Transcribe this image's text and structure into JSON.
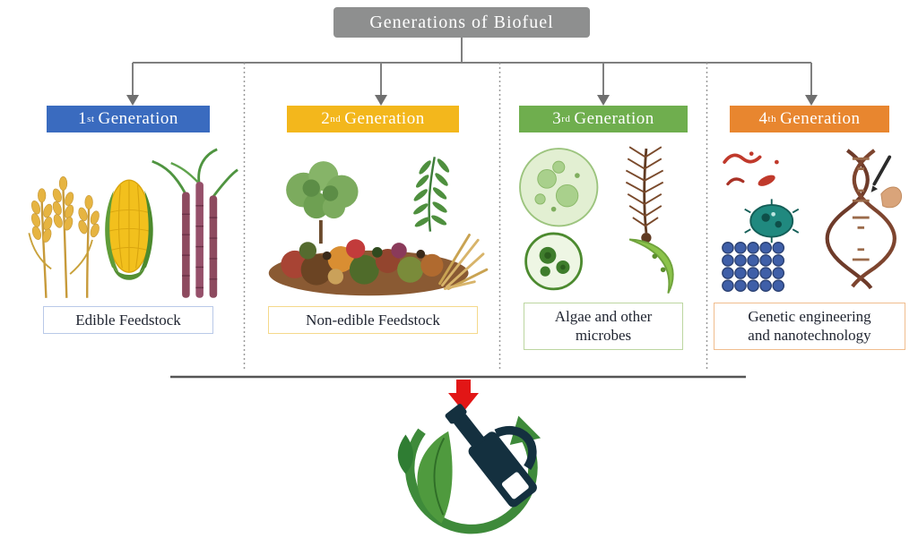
{
  "title": "Generations of Biofuel",
  "generations": [
    {
      "num": "1",
      "sup": "st",
      "word": "Generation",
      "caption": "Edible Feedstock",
      "header_color": "#3a6bbf",
      "icons": [
        "wheat-icon",
        "corn-icon",
        "sugarcane-icon"
      ]
    },
    {
      "num": "2",
      "sup": "nd",
      "word": "Generation",
      "caption": "Non-edible Feedstock",
      "header_color": "#f3b71c",
      "icons": [
        "bushy-plant-icon",
        "fern-leaf-icon",
        "waste-pile-icon",
        "straw-icon"
      ]
    },
    {
      "num": "3",
      "sup": "rd",
      "word": "Generation",
      "caption": "Algae and other",
      "caption_line2": "microbes",
      "header_color": "#6fae4e",
      "icons": [
        "green-algae-cell-icon",
        "kelp-icon",
        "dark-algae-cell-icon",
        "crescent-microbe-icon"
      ]
    },
    {
      "num": "4",
      "sup": "th",
      "word": "Generation",
      "caption": "Genetic engineering",
      "caption_line2": "and nanotechnology",
      "header_color": "#e8862f",
      "icons": [
        "bacteria-icon",
        "dna-icon",
        "microbe-icon",
        "nanoparticle-lattice-icon",
        "hand-pen-icon"
      ]
    }
  ],
  "colors": {
    "title_bg": "#8e8f8f",
    "connector": "#7f7f7f",
    "bottom_line": "#555555",
    "arrow_red": "#e21616",
    "leaf_green": "#4f9a3e",
    "arc_green": "#3e8a3a",
    "pump_dark": "#14303f"
  },
  "bottom": {
    "icon": "biofuel-pump-leaf-icon"
  }
}
